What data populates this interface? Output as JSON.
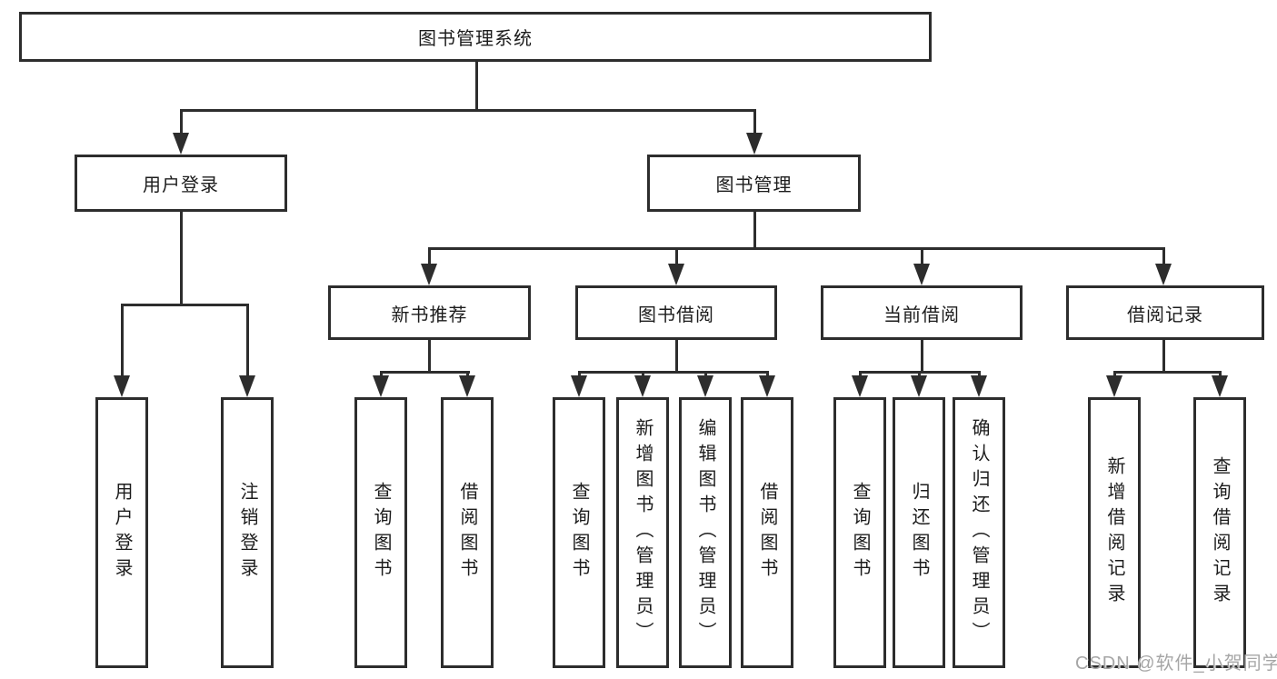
{
  "tree": {
    "root": {
      "label": "图书管理系统"
    },
    "level2": [
      {
        "label": "用户登录"
      },
      {
        "label": "图书管理"
      }
    ],
    "level3": [
      {
        "label": "新书推荐"
      },
      {
        "label": "图书借阅"
      },
      {
        "label": "当前借阅"
      },
      {
        "label": "借阅记录"
      }
    ],
    "leaf_groups": [
      {
        "items": [
          {
            "label": "用户登录"
          },
          {
            "label": "注销登录"
          }
        ]
      },
      {
        "items": [
          {
            "label": "查询图书"
          },
          {
            "label": "借阅图书"
          }
        ]
      },
      {
        "items": [
          {
            "label": "查询图书"
          },
          {
            "label": "新增图书（管理员）"
          },
          {
            "label": "编辑图书（管理员）"
          },
          {
            "label": "借阅图书"
          }
        ]
      },
      {
        "items": [
          {
            "label": "查询图书"
          },
          {
            "label": "归还图书"
          },
          {
            "label": "确认归还（管理员）"
          }
        ]
      },
      {
        "items": [
          {
            "label": "新增借阅记录"
          },
          {
            "label": "查询借阅记录"
          }
        ]
      }
    ]
  },
  "watermark": {
    "text": "CSDN @软件_小贺同学"
  },
  "colors": {
    "line": "#2d2d2d",
    "text": "#1c1c1c",
    "watermark": "#a6a6a6",
    "background": "#ffffff"
  }
}
